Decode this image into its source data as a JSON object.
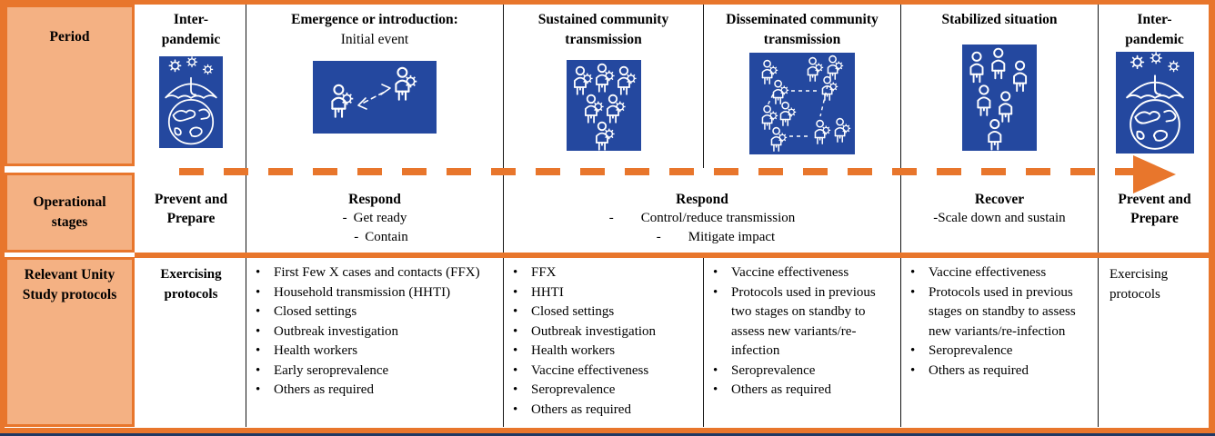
{
  "colors": {
    "border_orange": "#E8762C",
    "cell_fill_orange": "#F4B183",
    "icon_background_blue": "#24489F",
    "icon_stroke_white": "#FFFFFF",
    "bottom_strip_navy": "#1F3864",
    "text_black": "#000000"
  },
  "sidebar": {
    "period_label": "Period",
    "stages_label": "Operational stages",
    "protocols_label": "Relevant Unity Study protocols"
  },
  "timeline_arrow_icon": "dashed-right-arrow-icon",
  "periods": [
    {
      "title": "Inter-pandemic",
      "icon": "umbrella-globe-icon"
    },
    {
      "title": "Emergence or introduction:",
      "subtitle": "Initial event",
      "icon": "person-to-person-transmission-icon"
    },
    {
      "title": "Sustained community transmission",
      "icon": "infected-group-icon"
    },
    {
      "title": "Disseminated community transmission",
      "icon": "infected-clusters-icon"
    },
    {
      "title": "Stabilized situation",
      "icon": "recovered-group-icon"
    },
    {
      "title": "Inter-pandemic",
      "icon": "umbrella-globe-icon"
    }
  ],
  "stages": [
    {
      "title": "Prevent and Prepare"
    },
    {
      "title": "Respond",
      "items": [
        {
          "marker": "-",
          "text": "Get ready"
        },
        {
          "marker": "-",
          "text": "Contain"
        }
      ]
    },
    {
      "title": "Respond",
      "items": [
        {
          "marker": "-",
          "text": "Control/reduce transmission"
        },
        {
          "marker": "-",
          "text": "Mitigate impact"
        }
      ]
    },
    {
      "title": "Recover",
      "subtitle": "-Scale down and sustain"
    },
    {
      "title": "Prevent and Prepare"
    }
  ],
  "protocols": {
    "col1": {
      "text": "Exercising protocols"
    },
    "col2": {
      "bullet": "•",
      "items": [
        "First Few X cases and contacts (FFX)",
        "Household transmission (HHTI)",
        "Closed settings",
        "Outbreak investigation",
        "Health workers",
        "Early seroprevalence",
        "Others as required"
      ]
    },
    "col3": {
      "bullet": "•",
      "items": [
        "FFX",
        "HHTI",
        "Closed settings",
        "Outbreak investigation",
        "Health workers",
        "Vaccine effectiveness",
        "Seroprevalence",
        "Others as required"
      ]
    },
    "col4": {
      "bullet": "•",
      "items": [
        "Vaccine effectiveness",
        "Protocols used in previous two stages on standby to assess new variants/re-infection",
        "Seroprevalence",
        "Others as required"
      ]
    },
    "col5": {
      "bullet": "•",
      "items": [
        "Vaccine effectiveness",
        "Protocols used in previous stages on standby to assess new variants/re-infection",
        "Seroprevalence",
        "Others as required"
      ]
    },
    "col6": {
      "text": "Exercising protocols"
    }
  }
}
